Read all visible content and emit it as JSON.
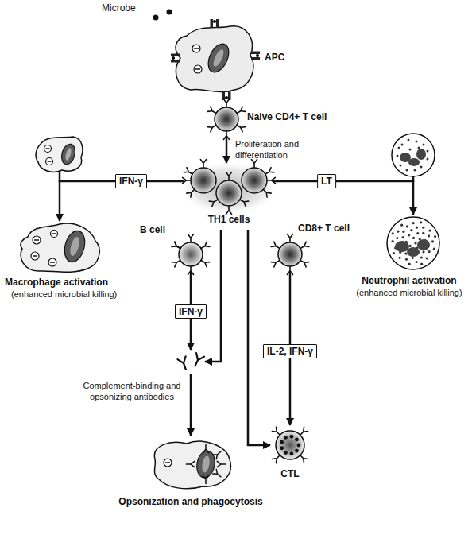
{
  "diagram": {
    "nodes": [
      {
        "text": [
          "APC"
        ]
      },
      {
        "text": [
          "Naive CD4+ T cell"
        ]
      },
      {
        "text": [
          "TH1 cells"
        ]
      },
      {
        "text": [
          "Macrophage activation",
          "(enhanced microbial killing)"
        ]
      },
      {
        "text": [
          "Neutrophil activation",
          "(enhanced microbial killing)"
        ]
      },
      {
        "text": [
          "B cell"
        ]
      },
      {
        "text": [
          "CD8+ T cell"
        ]
      },
      {
        "text": [
          "Complement-binding and opsonizing antibodies"
        ]
      },
      {
        "text": [
          "CTL"
        ]
      },
      {
        "text": [
          "Opsonization and phagocytosis"
        ]
      }
    ],
    "edges": [
      {
        "from": 1,
        "to": 2,
        "arrow": "to",
        "label": "Proliferation and differentiation"
      },
      {
        "from": 2,
        "to": 3,
        "arrow": "to",
        "label": "IFN-γ"
      },
      {
        "from": 2,
        "to": 4,
        "arrow": "to",
        "label": "LT"
      },
      {
        "from": 2,
        "to": 7,
        "arrow": "to"
      },
      {
        "from": 2,
        "to": 8,
        "arrow": "to"
      },
      {
        "from": 5,
        "to": 7,
        "arrow": "to",
        "label": "IFN-γ"
      },
      {
        "from": 6,
        "to": 8,
        "arrow": "to",
        "label": "IL-2, IFN-γ"
      },
      {
        "from": 7,
        "to": 9,
        "arrow": "to"
      }
    ],
    "labels": [
      "Microbe"
    ]
  }
}
